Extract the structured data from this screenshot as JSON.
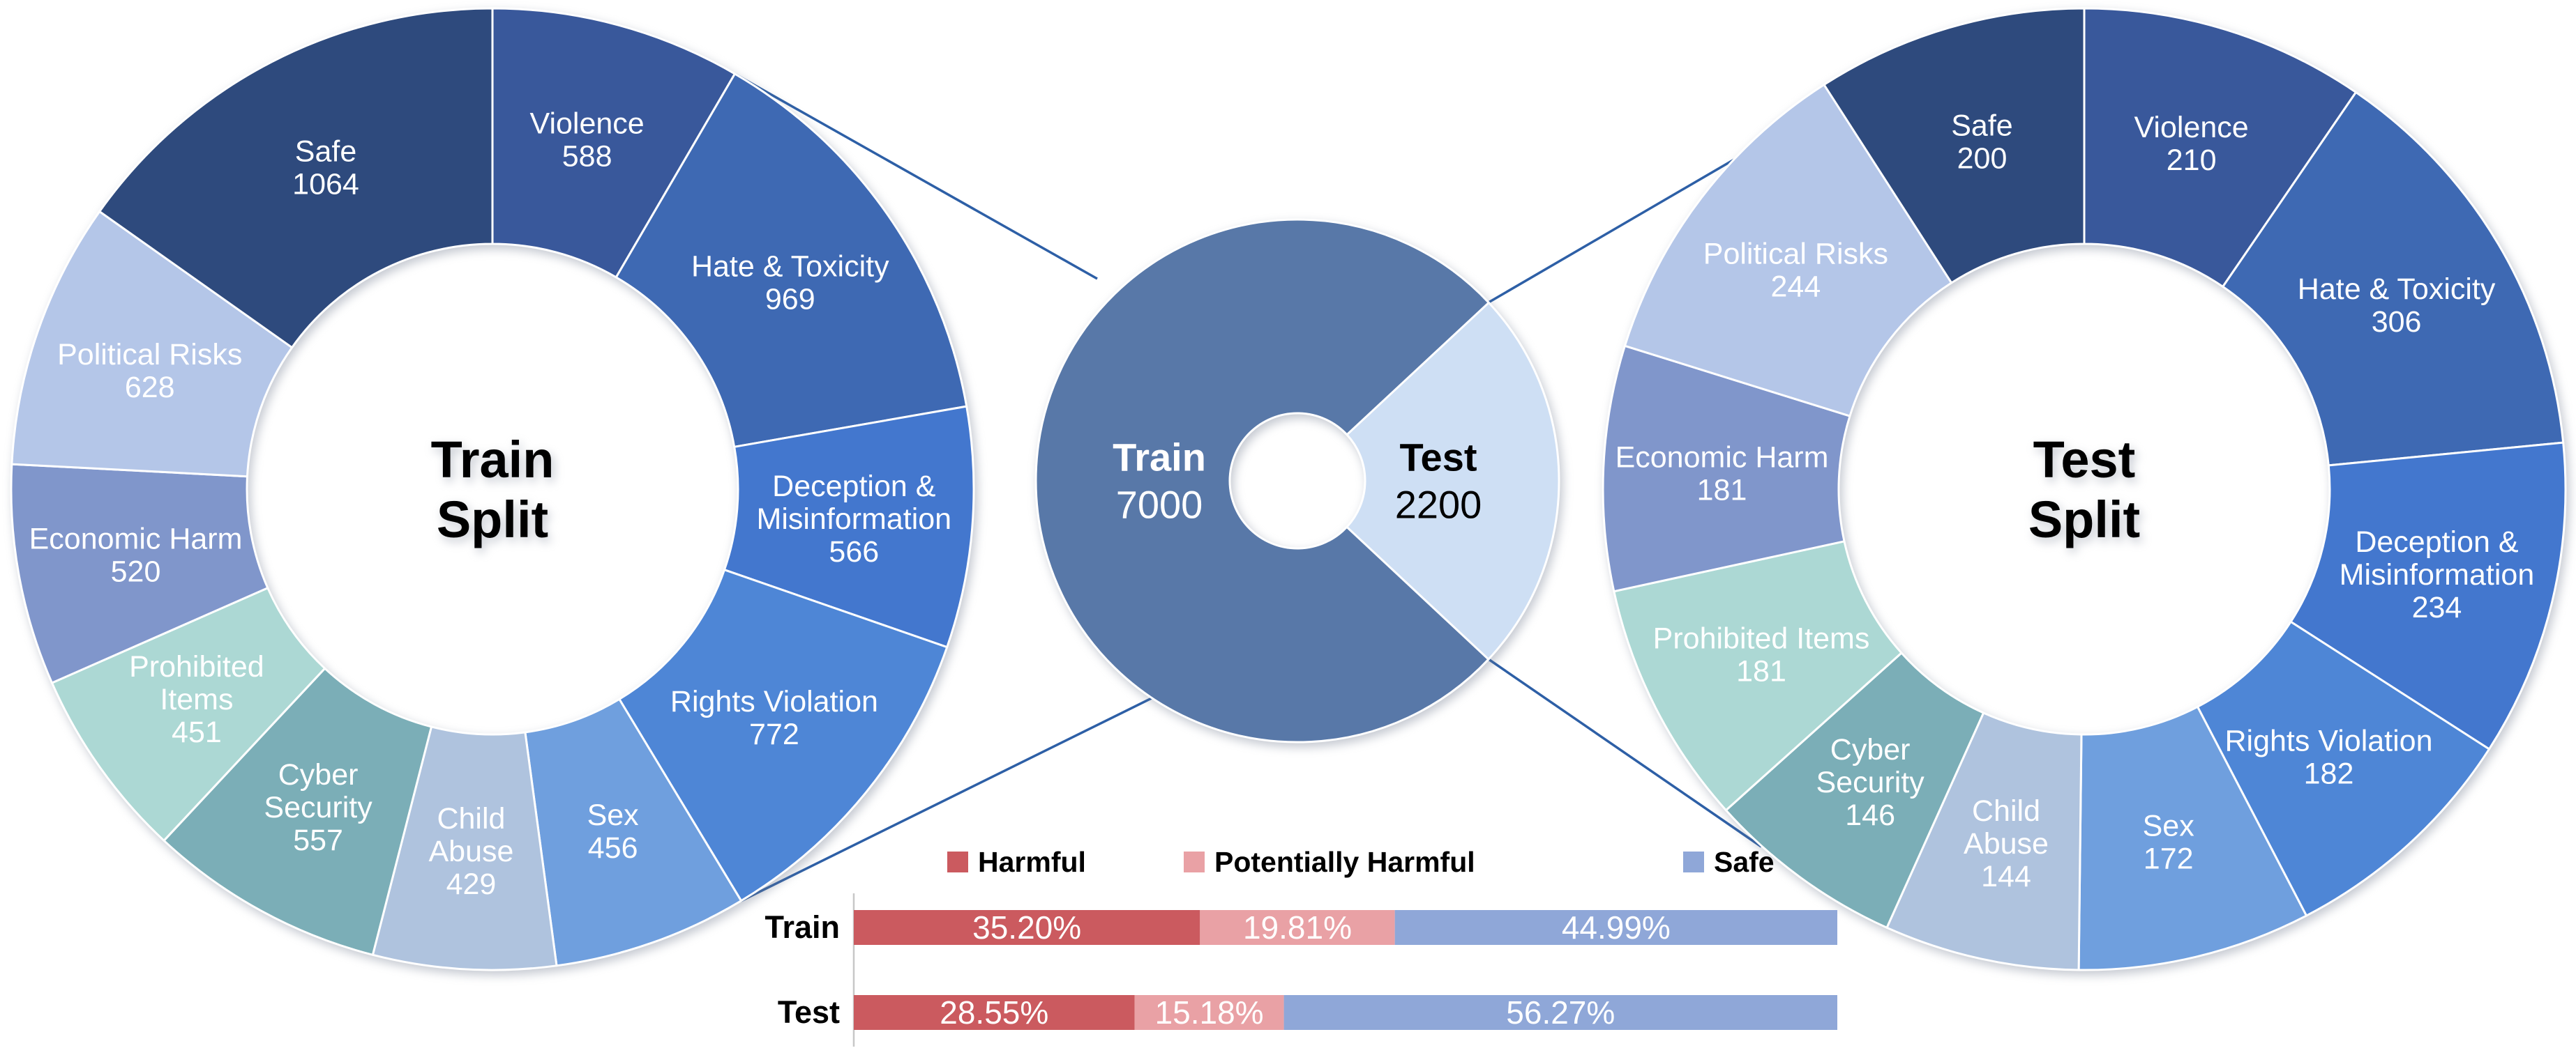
{
  "connector_color": "#2D5FA6",
  "axis_color": "#C8C8C8",
  "chart_data": [
    {
      "type": "pie",
      "id": "train-split",
      "role": "train detail donut",
      "center_title_lines": [
        "Train",
        "Split"
      ],
      "total": 7000,
      "slices": [
        {
          "category": "Violence",
          "value": 588,
          "label_lines": [
            "Violence",
            "588"
          ],
          "color": "#39589B"
        },
        {
          "category": "Hate & Toxicity",
          "value": 969,
          "label_lines": [
            "Hate & Toxicity",
            "969"
          ],
          "color": "#3E69B3"
        },
        {
          "category": "Deception & Misinformation",
          "value": 566,
          "label_lines": [
            "Deception &",
            "Misinformation",
            "566"
          ],
          "color": "#4377CE"
        },
        {
          "category": "Rights Violation",
          "value": 772,
          "label_lines": [
            "Rights Violation",
            "772"
          ],
          "color": "#4E86D6"
        },
        {
          "category": "Sex",
          "value": 456,
          "label_lines": [
            "Sex",
            "456"
          ],
          "color": "#6F9FDE"
        },
        {
          "category": "Child Abuse",
          "value": 429,
          "label_lines": [
            "Child",
            "Abuse",
            "429"
          ],
          "color": "#AFC3DE"
        },
        {
          "category": "Cyber Security",
          "value": 557,
          "label_lines": [
            "Cyber",
            "Security",
            "557"
          ],
          "color": "#7BAEB7"
        },
        {
          "category": "Prohibited Items",
          "value": 451,
          "label_lines": [
            "Prohibited",
            "Items",
            "451"
          ],
          "color": "#ACD8D4"
        },
        {
          "category": "Economic Harm",
          "value": 520,
          "label_lines": [
            "Economic Harm",
            "520"
          ],
          "color": "#8096CB"
        },
        {
          "category": "Political Risks",
          "value": 628,
          "label_lines": [
            "Political Risks",
            "628"
          ],
          "color": "#B4C6E8"
        },
        {
          "category": "Safe",
          "value": 1064,
          "label_lines": [
            "Safe",
            "1064"
          ],
          "color": "#2E4A7D"
        }
      ]
    },
    {
      "type": "pie",
      "id": "overview",
      "role": "train vs test donut",
      "slices": [
        {
          "category": "Test",
          "value": 2200,
          "label_lines": [
            "Test",
            "2200"
          ],
          "color": "#CEDFF4",
          "text_color": "#000000"
        },
        {
          "category": "Train",
          "value": 7000,
          "label_lines": [
            "Train",
            "7000"
          ],
          "color": "#5878A8",
          "text_color": "#FFFFFF"
        }
      ]
    },
    {
      "type": "pie",
      "id": "test-split",
      "role": "test detail donut",
      "center_title_lines": [
        "Test",
        "Split"
      ],
      "total": 2200,
      "slices": [
        {
          "category": "Violence",
          "value": 210,
          "label_lines": [
            "Violence",
            "210"
          ],
          "color": "#39589B"
        },
        {
          "category": "Hate & Toxicity",
          "value": 306,
          "label_lines": [
            "Hate & Toxicity",
            "306"
          ],
          "color": "#3E69B3"
        },
        {
          "category": "Deception & Misinformation",
          "value": 234,
          "label_lines": [
            "Deception &",
            "Misinformation",
            "234"
          ],
          "color": "#4377CE"
        },
        {
          "category": "Rights Violation",
          "value": 182,
          "label_lines": [
            "Rights Violation",
            "182"
          ],
          "color": "#4E86D6"
        },
        {
          "category": "Sex",
          "value": 172,
          "label_lines": [
            "Sex",
            "172"
          ],
          "color": "#6F9FDE"
        },
        {
          "category": "Child Abuse",
          "value": 144,
          "label_lines": [
            "Child",
            "Abuse",
            "144"
          ],
          "color": "#AFC3DE"
        },
        {
          "category": "Cyber Security",
          "value": 146,
          "label_lines": [
            "Cyber",
            "Security",
            "146"
          ],
          "color": "#7BAEB7"
        },
        {
          "category": "Prohibited Items",
          "value": 181,
          "label_lines": [
            "Prohibited Items",
            "181"
          ],
          "color": "#ACD8D4"
        },
        {
          "category": "Economic Harm",
          "value": 181,
          "label_lines": [
            "Economic Harm",
            "181"
          ],
          "color": "#8096CB"
        },
        {
          "category": "Political Risks",
          "value": 244,
          "label_lines": [
            "Political Risks",
            "244"
          ],
          "color": "#B4C6E8"
        },
        {
          "category": "Safe",
          "value": 200,
          "label_lines": [
            "Safe",
            "200"
          ],
          "color": "#2E4A7D"
        }
      ]
    },
    {
      "type": "bar",
      "id": "label-distribution",
      "role": "stacked percentage bars",
      "legend": [
        {
          "label": "Harmful",
          "color": "#CB5A5F"
        },
        {
          "label": "Potentially Harmful",
          "color": "#E9A1A5"
        },
        {
          "label": "Safe",
          "color": "#8FA7D8"
        }
      ],
      "rows": [
        {
          "label": "Train",
          "segments": [
            {
              "pct": 35.2,
              "text": "35.20%"
            },
            {
              "pct": 19.81,
              "text": "19.81%"
            },
            {
              "pct": 44.99,
              "text": "44.99%"
            }
          ]
        },
        {
          "label": "Test",
          "segments": [
            {
              "pct": 28.55,
              "text": "28.55%"
            },
            {
              "pct": 15.18,
              "text": "15.18%"
            },
            {
              "pct": 56.27,
              "text": "56.27%"
            }
          ]
        }
      ]
    }
  ]
}
